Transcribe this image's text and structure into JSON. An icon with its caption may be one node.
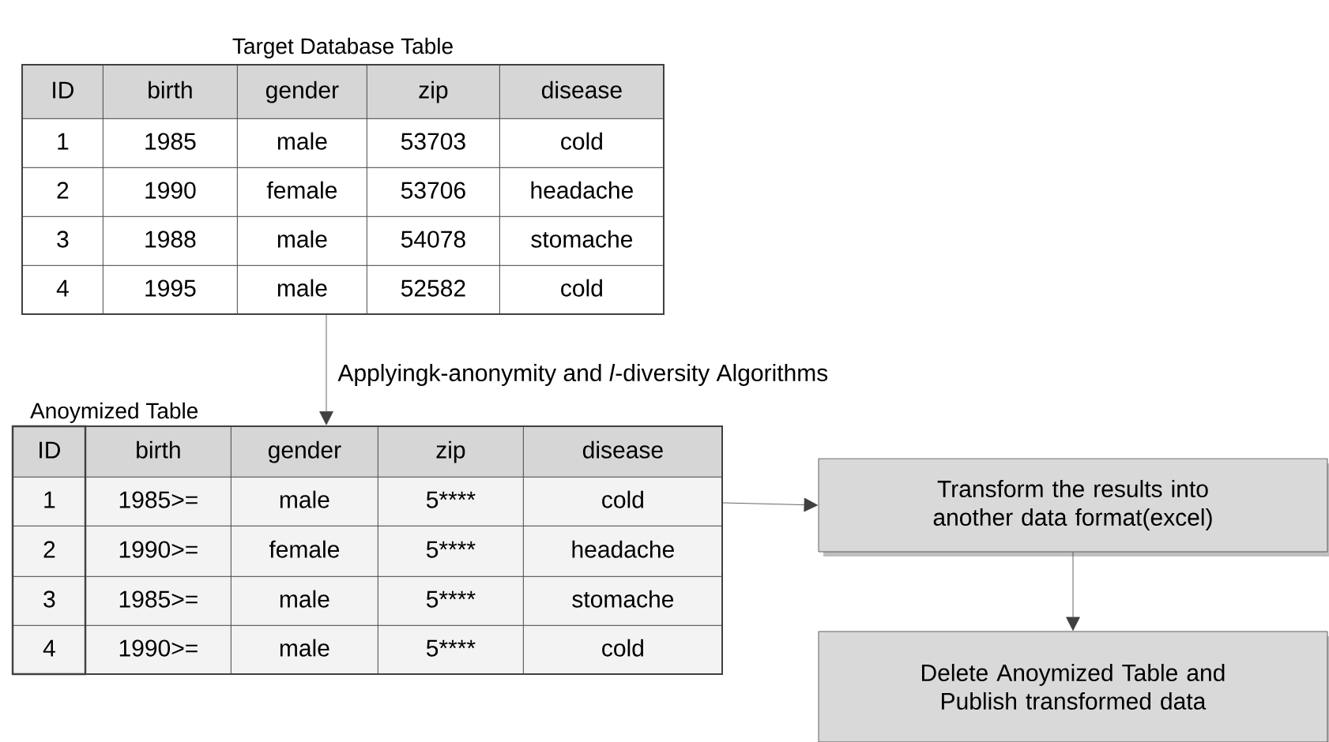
{
  "diagram": {
    "nodes": [
      {
        "text": [
          "Target Database Table"
        ]
      },
      {
        "text": [
          "Anoymized Table"
        ]
      },
      {
        "text": [
          "Transform the results into another data format(excel)"
        ]
      },
      {
        "text": [
          "Delete Anoymized Table and Publish transformed data"
        ]
      }
    ],
    "edges": [
      {
        "from": 0,
        "to": 1,
        "arrow": "to",
        "label": "Applyingk-anonymity and *l*-diversity Algorithms"
      },
      {
        "from": 1,
        "to": 2,
        "arrow": "to"
      },
      {
        "from": 2,
        "to": 3,
        "arrow": "to"
      }
    ],
    "labels": [
      "ID",
      "birth",
      "gender",
      "zip",
      "disease",
      "1",
      "1985",
      "male",
      "53703",
      "cold",
      "2",
      "1990",
      "female",
      "53706",
      "headache",
      "3",
      "1988",
      "male",
      "54078",
      "stomache",
      "4",
      "1995",
      "male",
      "52582",
      "cold",
      "ID",
      "birth",
      "gender",
      "zip",
      "disease",
      "1",
      "1985>=",
      "male",
      "5****",
      "cold",
      "2",
      "1990>=",
      "female",
      "5****",
      "headache",
      "3",
      "1985>=",
      "male",
      "5****",
      "stomache",
      "4",
      "1990>=",
      "male",
      "5****",
      "cold"
    ]
  }
}
